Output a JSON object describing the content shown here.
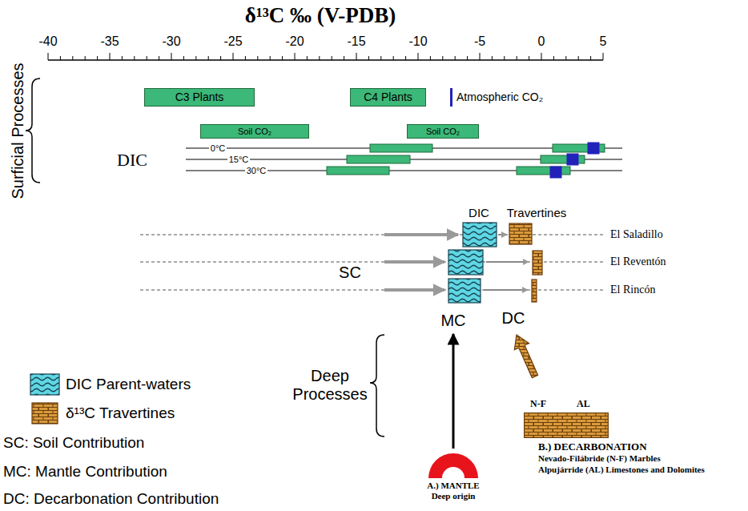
{
  "diagram": {
    "title": "δ¹³C ‰ (V-PDB)",
    "nodes": [
      {
        "text": [
          "C3 Plants"
        ]
      },
      {
        "text": [
          "C4 Plants"
        ]
      },
      {
        "text": [
          "Soil CO₂"
        ]
      },
      {
        "text": [
          "Soil CO₂"
        ]
      },
      {
        "text": [
          "N-F",
          "AL",
          "B.) DECARBONATION",
          "Nevado-Filábride (N-F) Marbles",
          "Alpujárride (AL) Limestones and Dolomites"
        ]
      },
      {
        "text": [
          "A.) MANTLE",
          "Deep origin"
        ]
      }
    ],
    "labels": [
      "-40",
      "-35",
      "-30",
      "-25",
      "-20",
      "-15",
      "-10",
      "-5",
      "0",
      "5",
      "Surficial Processes",
      "Atmospheric CO₂",
      "DIC",
      "0°C",
      "15°C",
      "30°C",
      "DIC",
      "Travertines",
      "El Saladillo",
      "El Reventón",
      "El Rincón",
      "SC",
      "MC",
      "DC",
      "Deep Processes"
    ],
    "legend": [
      {
        "text": "DIC Parent-waters"
      },
      {
        "text": "δ¹³C Travertines"
      },
      {
        "text": "SC: Soil Contribution"
      },
      {
        "text": "MC: Mantle Contribution"
      },
      {
        "text": "DC: Decarbonation Contribution"
      }
    ]
  }
}
